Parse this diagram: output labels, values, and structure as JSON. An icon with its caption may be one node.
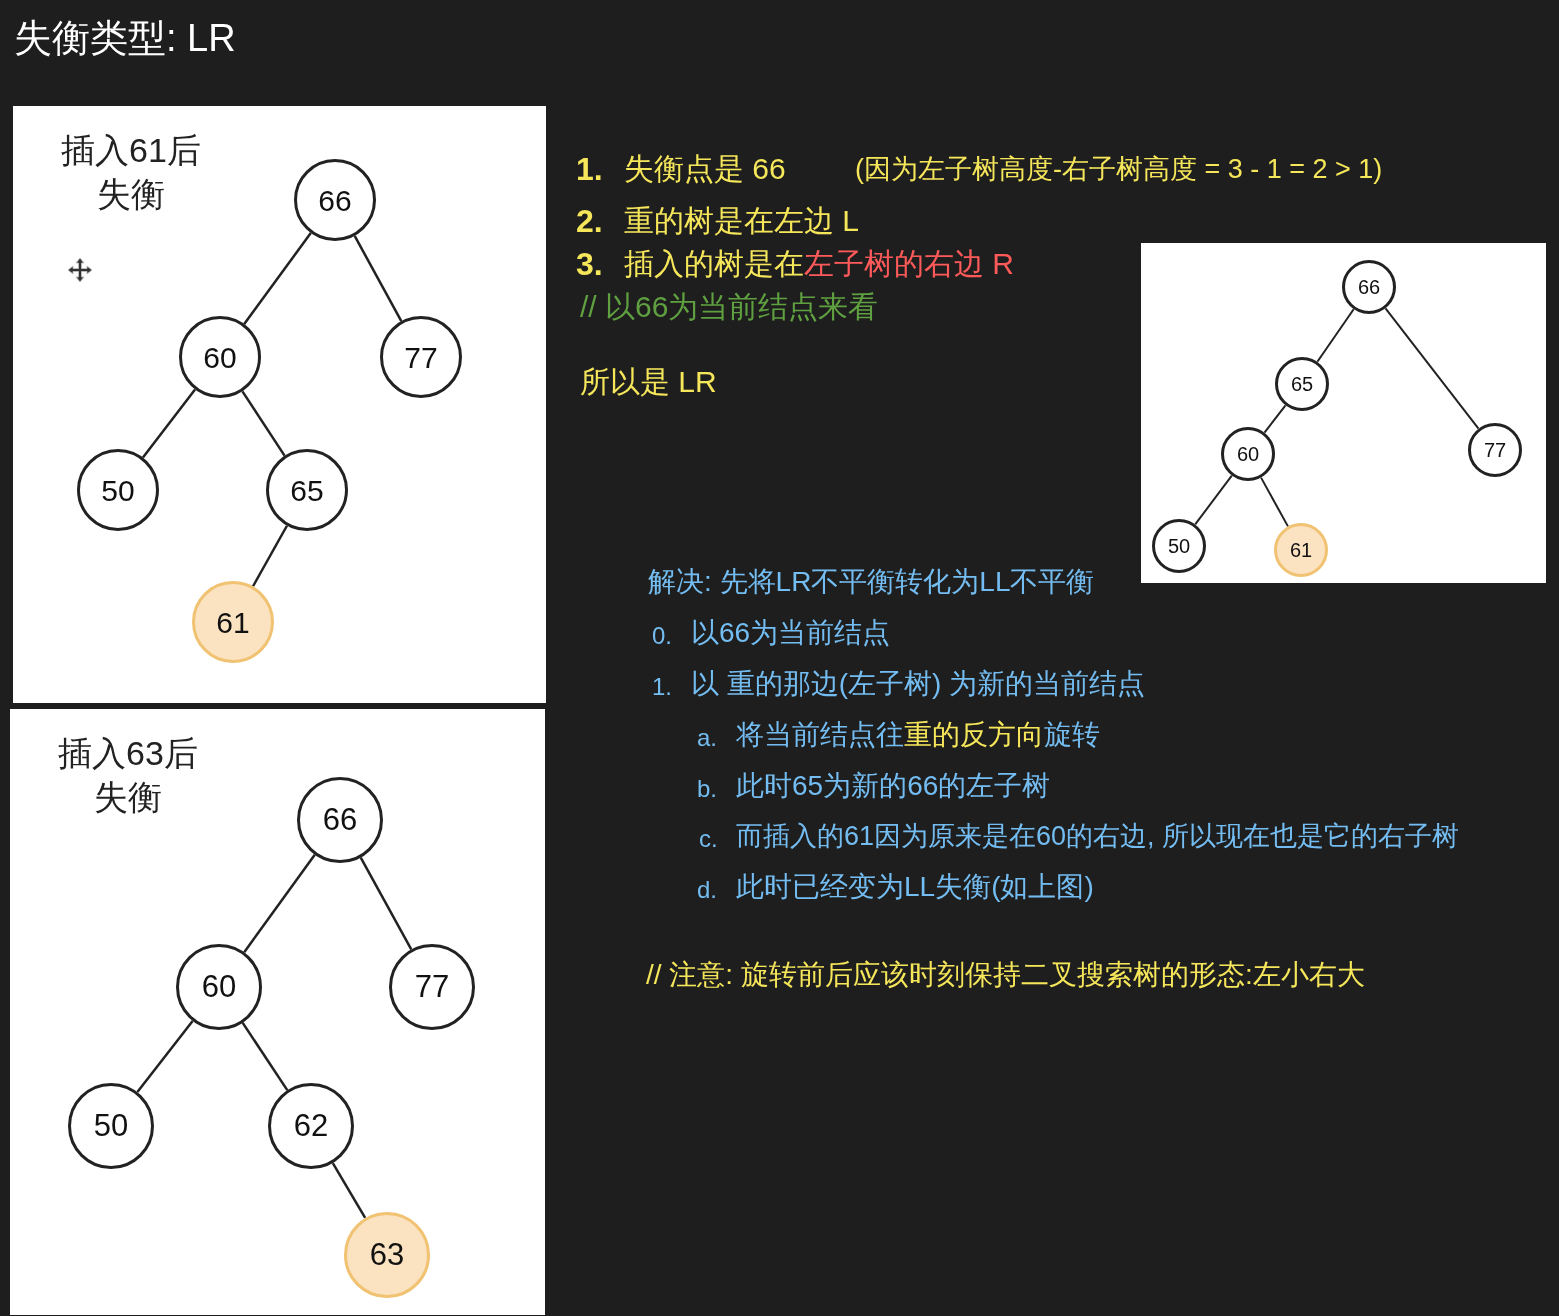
{
  "diagram": {
    "title": "失衡类型: LR",
    "nodes": [
      {
        "text": [
          "插入61后失衡"
        ]
      },
      {
        "text": [
          "66"
        ],
        "in": 0
      },
      {
        "text": [
          "60"
        ],
        "in": 0
      },
      {
        "text": [
          "77"
        ],
        "in": 0
      },
      {
        "text": [
          "50"
        ],
        "in": 0
      },
      {
        "text": [
          "65"
        ],
        "in": 0
      },
      {
        "text": [
          "61"
        ],
        "in": 0
      },
      {
        "text": [
          "插入63后失衡"
        ]
      },
      {
        "text": [
          "66"
        ],
        "in": 7
      },
      {
        "text": [
          "60"
        ],
        "in": 7
      },
      {
        "text": [
          "77"
        ],
        "in": 7
      },
      {
        "text": [
          "50"
        ],
        "in": 7
      },
      {
        "text": [
          "62"
        ],
        "in": 7
      },
      {
        "text": [
          "63"
        ],
        "in": 7
      },
      {
        "text": [],
        "shape": "box"
      },
      {
        "text": [
          "66"
        ],
        "in": 14
      },
      {
        "text": [
          "65"
        ],
        "in": 14
      },
      {
        "text": [
          "60"
        ],
        "in": 14
      },
      {
        "text": [
          "77"
        ],
        "in": 14
      },
      {
        "text": [
          "50"
        ],
        "in": 14
      },
      {
        "text": [
          "61"
        ],
        "in": 14
      }
    ],
    "edges": [
      {
        "from": 1,
        "to": 2,
        "arrow": "none"
      },
      {
        "from": 1,
        "to": 3,
        "arrow": "none"
      },
      {
        "from": 2,
        "to": 4,
        "arrow": "none"
      },
      {
        "from": 2,
        "to": 5,
        "arrow": "none"
      },
      {
        "from": 5,
        "to": 6,
        "arrow": "none"
      },
      {
        "from": 8,
        "to": 9,
        "arrow": "none"
      },
      {
        "from": 8,
        "to": 10,
        "arrow": "none"
      },
      {
        "from": 9,
        "to": 11,
        "arrow": "none"
      },
      {
        "from": 9,
        "to": 12,
        "arrow": "none"
      },
      {
        "from": 12,
        "to": 13,
        "arrow": "none"
      },
      {
        "from": 15,
        "to": 16,
        "arrow": "none"
      },
      {
        "from": 15,
        "to": 18,
        "arrow": "none"
      },
      {
        "from": 16,
        "to": 17,
        "arrow": "none"
      },
      {
        "from": 17,
        "to": 19,
        "arrow": "none"
      },
      {
        "from": 17,
        "to": 20,
        "arrow": "none"
      }
    ],
    "labels": [
      "1.",
      "失衡点是 66",
      "(因为左子树高度-右子树高度 = 3 - 1 = 2  > 1)",
      "2.",
      "重的树是在左边 L",
      "3.",
      "插入的树是在",
      "左子树的右边 R",
      "// 以66为当前结点来看",
      "所以是 LR",
      "解决: 先将LR不平衡转化为LL不平衡",
      "0.",
      "以66为当前结点",
      "1.",
      "以 重的那边(左子树) 为新的当前结点",
      "a.",
      "将当前结点往",
      "重的反方向",
      "旋转",
      "b.",
      "此时65为新的66的左子树",
      "c.",
      "而插入的61因为原来是在60的右边, 所以现在也是它的右子树",
      "d.",
      "此时已经变为LL失衡(如上图)",
      "// 注意: 旋转前后应该时刻保持二叉搜索树的形态:左小右大"
    ]
  }
}
